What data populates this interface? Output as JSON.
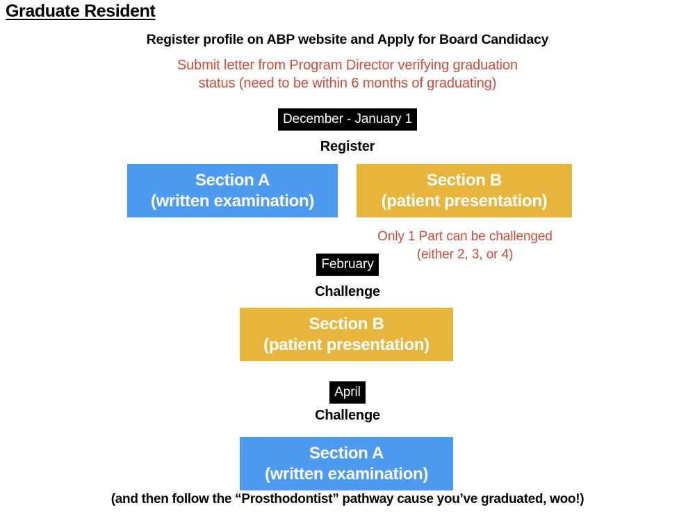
{
  "page": {
    "title": "Graduate Resident",
    "background_color": "#ffffff"
  },
  "colors": {
    "blue": "#4d9bf0",
    "yellow": "#e8b53c",
    "red_note": "#cf4a38",
    "badge_bg": "#000000",
    "badge_text": "#ffffff"
  },
  "intro": {
    "heading": "Register profile on ABP website and Apply for Board Candidacy",
    "note_line1": "Submit letter from Program Director verifying graduation",
    "note_line2": "status (need to be within 6 months of graduating)"
  },
  "steps": [
    {
      "id": "register",
      "date_badge": "December - January 1",
      "action": "Register",
      "boxes": [
        {
          "id": "section-a-written",
          "line1": "Section A",
          "line2": "(written examination)",
          "color": "blue"
        },
        {
          "id": "section-b-patient",
          "line1": "Section B",
          "line2": "(patient presentation)",
          "color": "yellow"
        }
      ],
      "note_line1": "Only 1 Part can be challenged",
      "note_line2": "(either 2, 3, or 4)"
    },
    {
      "id": "february-challenge",
      "date_badge": "February",
      "action": "Challenge",
      "boxes": [
        {
          "id": "section-b-patient",
          "line1": "Section B",
          "line2": "(patient presentation)",
          "color": "yellow"
        }
      ]
    },
    {
      "id": "april-challenge",
      "date_badge": "April",
      "action": "Challenge",
      "boxes": [
        {
          "id": "section-a-written",
          "line1": "Section A",
          "line2": "(written examination)",
          "color": "blue"
        }
      ]
    }
  ],
  "footer": {
    "note": "(and then follow the “Prosthodontist” pathway cause you’ve graduated, woo!)"
  }
}
